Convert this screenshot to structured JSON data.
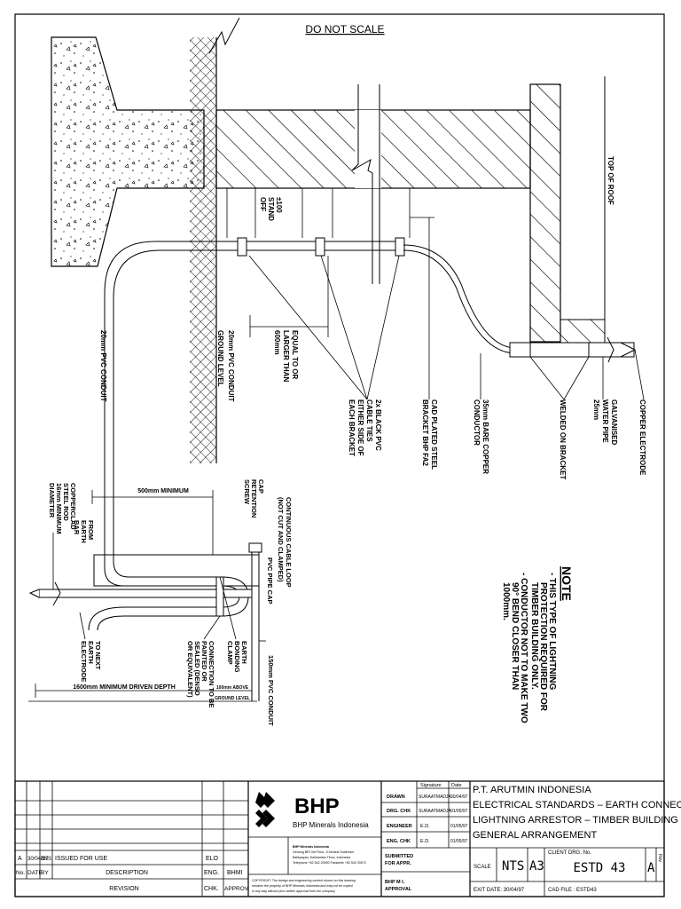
{
  "header": {
    "note_scale": "DO NOT SCALE"
  },
  "labels": {
    "top_of_roof": "TOP OF ROOF",
    "copper_electrode": "COPPER ELECTRODE",
    "galv_pipe": "GALVANISED WATER PIPE 25mm",
    "welded": "WELDED ON BRACKET",
    "bare_copper": "35mm BARE COPPER CONDUCTOR",
    "bracket": "CAD PLATED STEEL BRACKET BHP FA2",
    "ties": "2x BLACK PVC CABLE TIES EITHER SIDE OF EACH BRACKET",
    "equal": "EQUAL TO OR LARGER THAN 600mm",
    "standoff": "±100 STAND OFF",
    "conduit_20": "20mm PVC CONDUIT",
    "ground_level": "GROUND LEVEL",
    "conduit_20b": "20mm PVC CONDUIT",
    "cont_loop": "CONTINUOUS CABLE LOOP (NOT CUT AND CLAMPED)",
    "cap_screw": "CAP RETENTION SCREW",
    "pvc_cap": "PVC PIPE CAP",
    "earth_clamp": "EARTH BONDING CLAMP",
    "conn_painted": "CONNECTION TO BE PAINTED OR SEALED (DENSO OR EQUIVALENT)",
    "conduit_150": "150mm PVC CONDUIT",
    "min_500": "500mm MINIMUM",
    "from_earth": "FROM EARTH BAR",
    "copperclad": "COPPERCLAD STEEL ROD 16mm MINIMUM DIAMETER",
    "to_next": "TO NEXT EARTH ELECTRODE",
    "driven_depth": "1600mm MINIMUM DRIVEN DEPTH",
    "above_100": "100mm ABOVE",
    "ground_level_small": "GROUND LEVEL"
  },
  "note": {
    "title": "NOTE",
    "items": [
      "- THIS TYPE OF LIGHTNING",
      "  PROTECTION REQUIRED FOR",
      "  TIMBER BUILDING ONLY.",
      "- CONDUCTOR NOT TO MAKE TWO",
      "  90° BEND CLOSER THAN",
      "  1000mm."
    ]
  },
  "title_block": {
    "revision": {
      "row": {
        "letter": "A",
        "date": "30/04/97",
        "by": "BSS",
        "description": "ISSUED FOR USE",
        "eng": "ELO"
      },
      "headers": {
        "no": "No.",
        "date": "DATE",
        "by": "BY",
        "description": "DESCRIPTION",
        "eng": "ENG.",
        "app": "BHMI",
        "revision": "REVISION",
        "chk": "CHK.",
        "approv": "APPROV."
      }
    },
    "company": {
      "logo": "BHP",
      "name": "BHP Minerals Indonesia",
      "address": [
        "BHP Minerals Indonesia",
        "Gedung BRI 3rd Floor, Jl Jendral Sudirman",
        "Balikpapan, Kalimantan Timur, Indonesia",
        "Telephone +62 542 20000   Facsimile +62 542 20072"
      ],
      "copyright": [
        "COPYRIGHT.   The design and engineering content shown on this drawing",
        "remains the property of BHP Minerals Indonesia and may not be copied",
        "in any way without prior written approval  from the company"
      ]
    },
    "signoff": {
      "col_signature": "Signature",
      "col_date": "Date",
      "rows": [
        {
          "role": "DRAWN",
          "sig": "SURAATMADJA",
          "date": "30/04/97"
        },
        {
          "role": "DRG. CHK",
          "sig": "SURAATMADJA",
          "date": "01/05/97"
        },
        {
          "role": "ENGINEER",
          "sig": "E.D.",
          "date": "01/05/97"
        },
        {
          "role": "ENG. CHK",
          "sig": "E.D.",
          "date": "01/05/97"
        }
      ],
      "submitted": "SUBMITTED FOR APPR.",
      "approval": "BHP M I. APPROVAL"
    },
    "title": {
      "line1": "P.T. ARUTMIN INDONESIA",
      "line2": "ELECTRICAL STANDARDS – EARTH CONNECTIONS",
      "line3": "LIGHTNING ARRESTOR – TIMBER BUILDING",
      "line4": "GENERAL ARRANGEMENT"
    },
    "scale_label": "SCALE",
    "scale_value": "NTS",
    "sheet_size": "A3",
    "client_drg": "CLIENT DRG. No.",
    "drawing_no": "ESTD 43",
    "rev": "A",
    "rev_label": "Rev",
    "exit_date": "EXIT DATE: 30/04/97",
    "cad_file": "CAD FILE : ESTD43"
  }
}
